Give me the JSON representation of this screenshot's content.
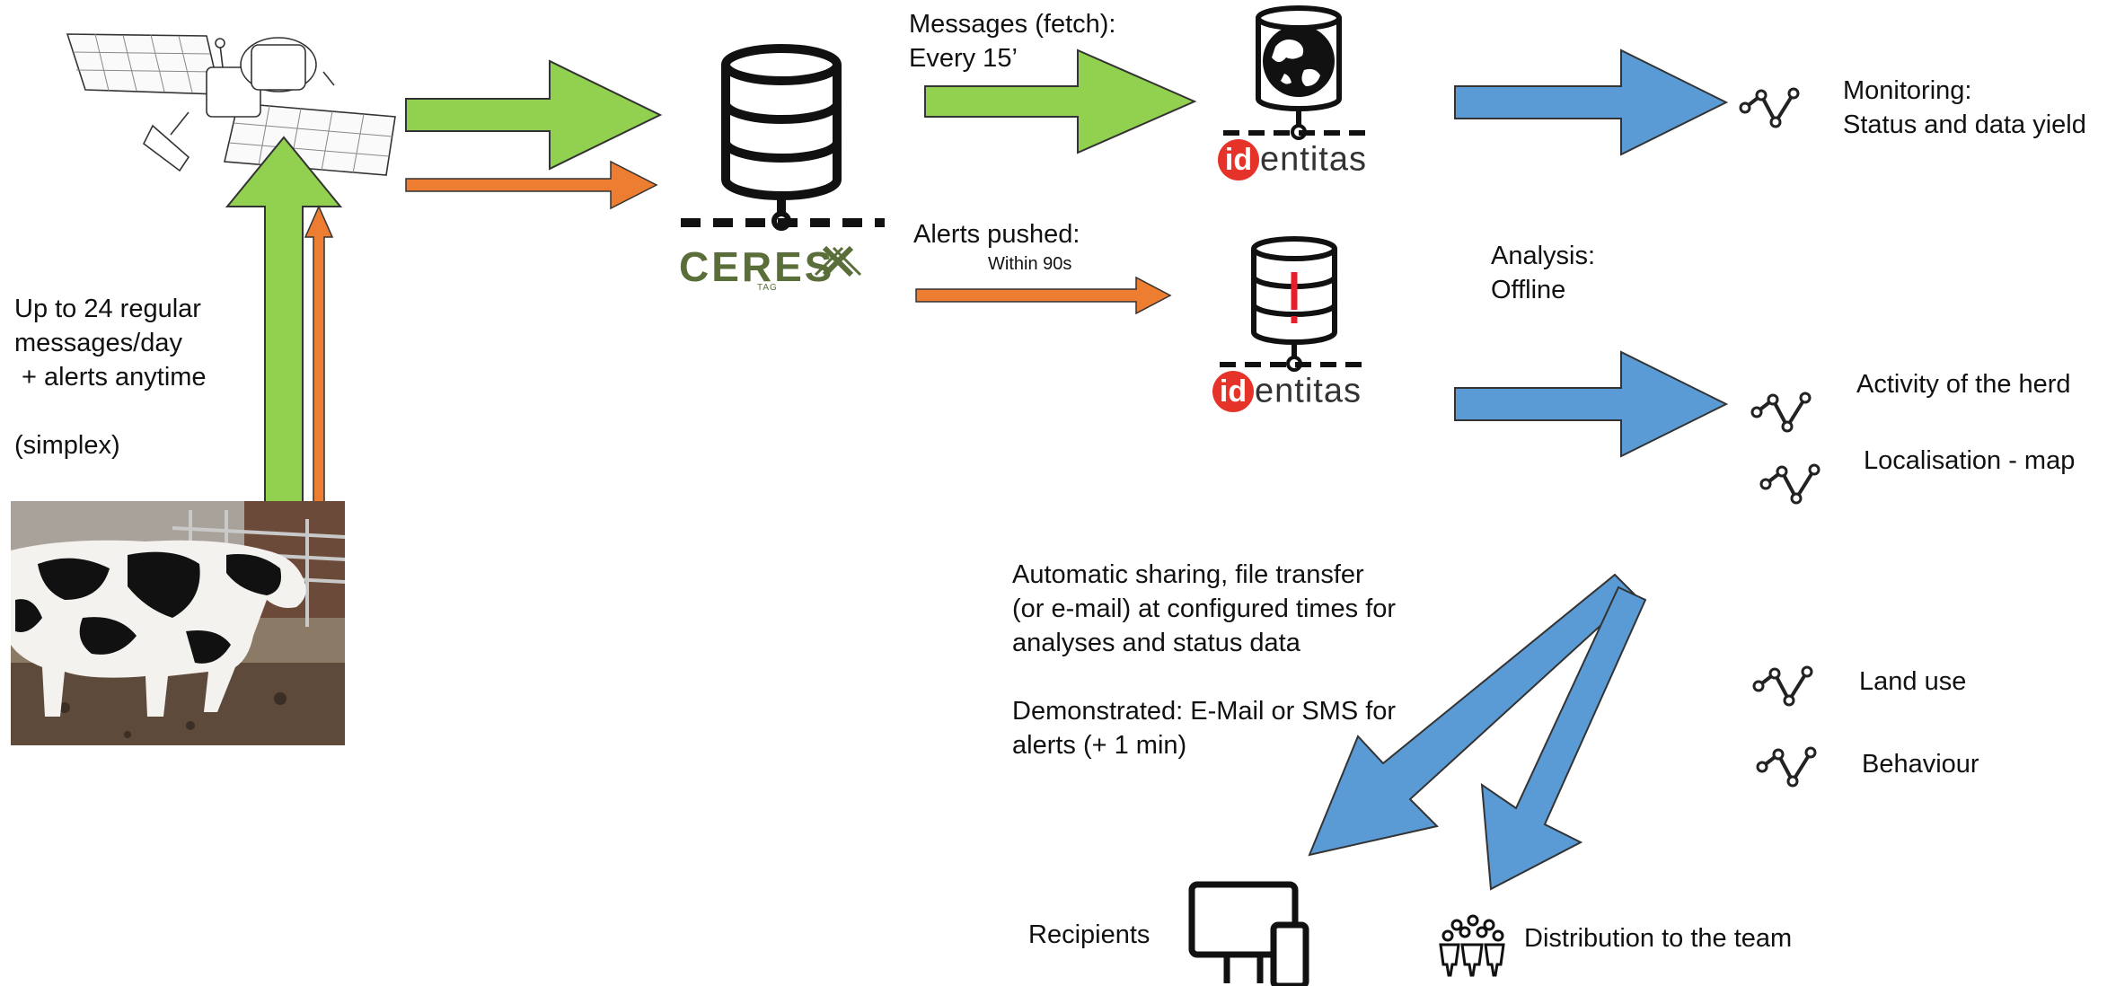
{
  "labels": {
    "messages_fetch": "Messages (fetch):\nEvery 15’",
    "alerts_pushed": "Alerts pushed:",
    "within": "Within 90s",
    "monitoring": "Monitoring:\nStatus and data yield",
    "analysis": "Analysis:\nOffline",
    "activity": "Activity of the herd",
    "localisation": "Localisation - map",
    "land_use": "Land use",
    "behaviour": "Behaviour",
    "uplink": "Up to 24 regular\nmessages/day\n + alerts anytime\n\n(simplex)",
    "sharing": "Automatic sharing, file transfer\n(or e-mail) at configured times for\nanalyses and status data\n\nDemonstrated: E-Mail or SMS for\nalerts (+ 1 min)",
    "recipients": "Recipients",
    "team": "Distribution to the team"
  },
  "brands": {
    "ceres_word": "CERES",
    "ceres_sub": "TAG",
    "identitas_dot": "id",
    "identitas_rest": "entitas"
  },
  "icons": {
    "satellite": "satellite-icon",
    "database": "database-icon",
    "globe_database": "globe-database-icon",
    "alert_database": "alert-database-icon",
    "trend": "trend-line-icon",
    "devices": "computer-phone-icon",
    "team": "team-people-icon",
    "cow": "cow-photo"
  },
  "colors": {
    "green_arrow": "#92d050",
    "orange_arrow": "#ed7d31",
    "blue_arrow": "#5b9bd5",
    "ceres_green": "#5a6e3a",
    "identitas_red": "#e5332a"
  }
}
